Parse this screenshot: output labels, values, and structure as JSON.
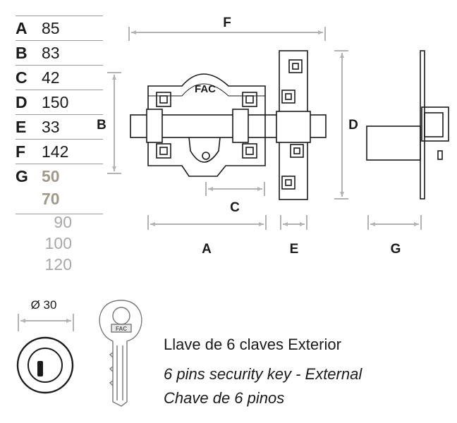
{
  "spec_table": {
    "rows": [
      {
        "letter": "A",
        "value": "85"
      },
      {
        "letter": "B",
        "value": "83"
      },
      {
        "letter": "C",
        "value": "42"
      },
      {
        "letter": "D",
        "value": "150"
      },
      {
        "letter": "E",
        "value": "33"
      },
      {
        "letter": "F",
        "value": "142"
      }
    ],
    "g": {
      "letter": "G",
      "options": [
        "50",
        "70"
      ]
    },
    "g_extra": [
      "90",
      "100",
      "120"
    ]
  },
  "drawing": {
    "dim_labels": {
      "F": "F",
      "B": "B",
      "D": "D",
      "C": "C",
      "A": "A",
      "E": "E",
      "G": "G"
    },
    "logo_text": "FAC",
    "key_logo_text": "FAC",
    "cylinder_diameter": "Ø 30"
  },
  "captions": {
    "es": "Llave de 6 claves Exterior",
    "en": "6 pins security key - External",
    "pt": "Chave de 6 pinos"
  },
  "colors": {
    "line": "#1a1a1a",
    "dim": "#b3b3b3",
    "gold_text": "#a09a88",
    "grey_text": "#a8a8a8"
  }
}
